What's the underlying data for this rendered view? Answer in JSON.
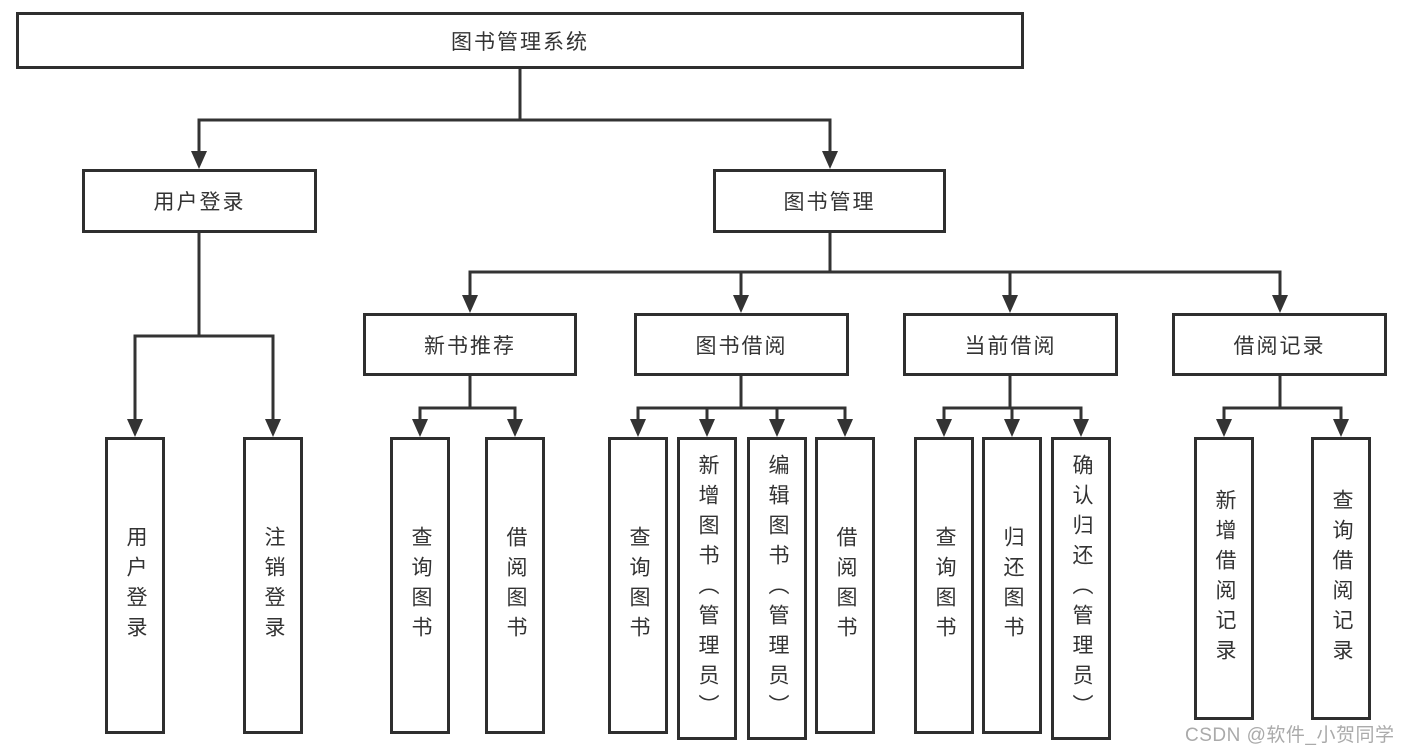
{
  "diagram": {
    "title": "图书管理系统",
    "level2": [
      {
        "label": "用户登录"
      },
      {
        "label": "图书管理"
      }
    ],
    "level3": [
      {
        "label": "新书推荐"
      },
      {
        "label": "图书借阅"
      },
      {
        "label": "当前借阅"
      },
      {
        "label": "借阅记录"
      }
    ],
    "leaves": [
      {
        "label": "用户登录"
      },
      {
        "label": "注销登录"
      },
      {
        "label": "查询图书"
      },
      {
        "label": "借阅图书"
      },
      {
        "label": "查询图书"
      },
      {
        "label": "新增图书（管理员）"
      },
      {
        "label": "编辑图书（管理员）"
      },
      {
        "label": "借阅图书"
      },
      {
        "label": "查询图书"
      },
      {
        "label": "归还图书"
      },
      {
        "label": "确认归还（管理员）"
      },
      {
        "label": "新增借阅记录"
      },
      {
        "label": "查询借阅记录"
      }
    ],
    "colors": {
      "line": "#333333",
      "border": "#2f2f2f",
      "text": "#333333"
    }
  },
  "watermark": {
    "text": "CSDN @软件_小贺同学",
    "color": "#a3a3a3"
  }
}
